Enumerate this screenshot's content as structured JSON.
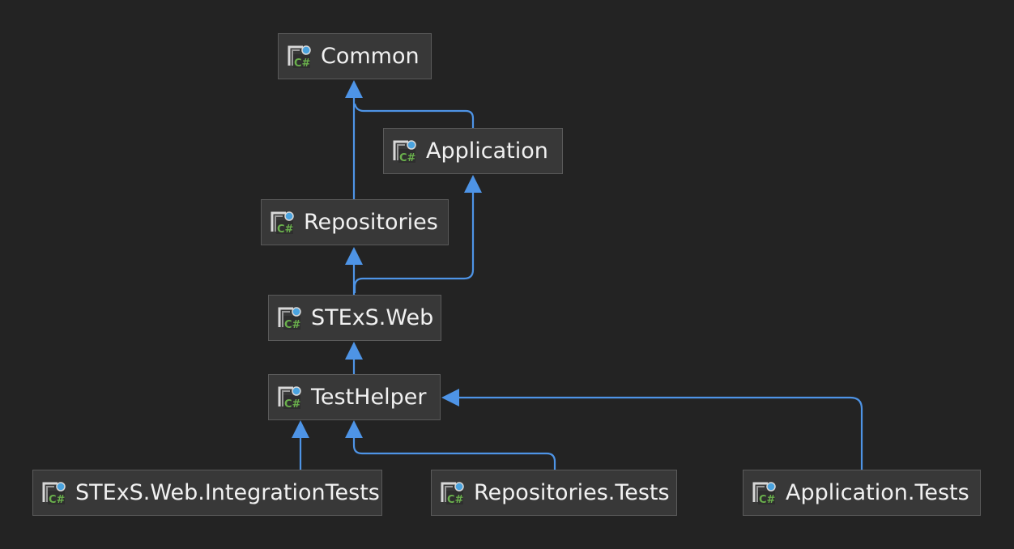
{
  "diagram": {
    "projects": [
      {
        "id": "common",
        "label": "Common",
        "icon": "csharp-project-icon"
      },
      {
        "id": "application",
        "label": "Application",
        "icon": "csharp-project-icon"
      },
      {
        "id": "repositories",
        "label": "Repositories",
        "icon": "csharp-project-icon"
      },
      {
        "id": "web",
        "label": "STExS.Web",
        "icon": "csharp-project-icon"
      },
      {
        "id": "testhelper",
        "label": "TestHelper",
        "icon": "csharp-project-icon"
      },
      {
        "id": "integration",
        "label": "STExS.Web.IntegrationTests",
        "icon": "csharp-project-icon"
      },
      {
        "id": "repotests",
        "label": "Repositories.Tests",
        "icon": "csharp-project-icon"
      },
      {
        "id": "apptests",
        "label": "Application.Tests",
        "icon": "csharp-project-icon"
      }
    ],
    "dependencies": [
      {
        "from": "application",
        "to": "common"
      },
      {
        "from": "repositories",
        "to": "common"
      },
      {
        "from": "web",
        "to": "repositories"
      },
      {
        "from": "web",
        "to": "application"
      },
      {
        "from": "testhelper",
        "to": "web"
      },
      {
        "from": "integration",
        "to": "testhelper"
      },
      {
        "from": "repotests",
        "to": "testhelper"
      },
      {
        "from": "apptests",
        "to": "testhelper"
      }
    ],
    "colors": {
      "background": "#232323",
      "node_fill": "#383838",
      "node_border": "#5a5a5a",
      "text": "#f1f1f1",
      "edge": "#4e94e6",
      "icon_green": "#6ab04c",
      "icon_blue": "#4aa3df"
    }
  }
}
